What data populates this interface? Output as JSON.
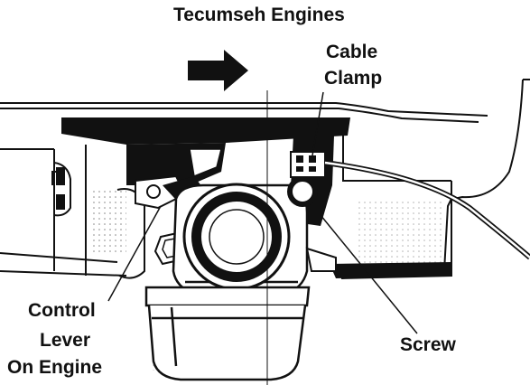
{
  "title": "Tecumseh Engines",
  "labels": {
    "cable_clamp": [
      "Cable",
      "Clamp"
    ],
    "control_lever": [
      "Control",
      "Lever",
      "On Engine"
    ],
    "screw": "Screw"
  },
  "icons": {
    "direction_arrow": "right-arrow-icon"
  },
  "colors": {
    "ink": "#111111",
    "paper": "#ffffff"
  }
}
